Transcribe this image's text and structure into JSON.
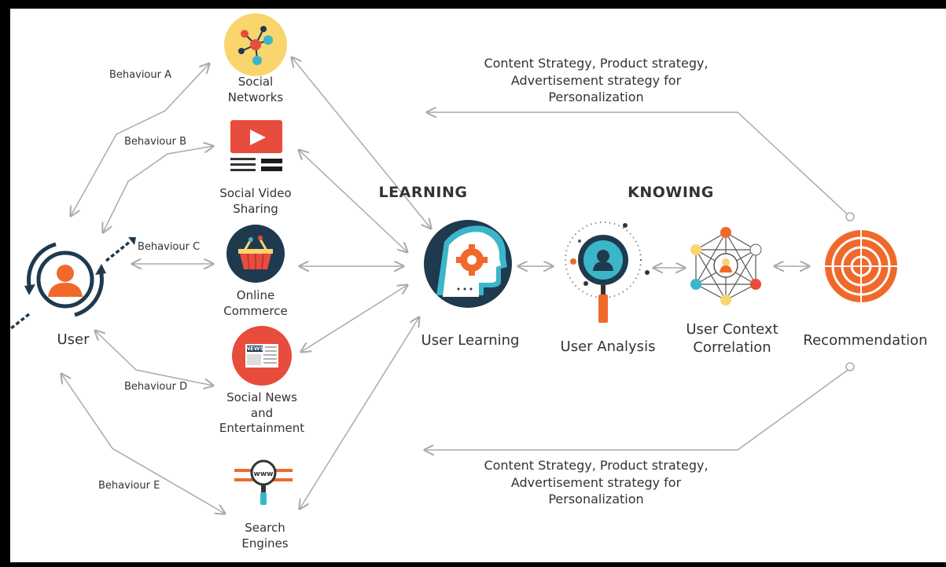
{
  "headings": {
    "learning": "LEARNING",
    "knowing": "KNOWING"
  },
  "user": {
    "label": "User"
  },
  "behaviours": [
    "Behaviour A",
    "Behaviour  B",
    "Behaviour  C",
    "Behaviour  D",
    "Behaviour  E"
  ],
  "channels": [
    {
      "line1": "Social",
      "line2": "Networks",
      "line3": "",
      "icon": "social-network-icon"
    },
    {
      "line1": "Social Video",
      "line2": "Sharing",
      "line3": "",
      "icon": "video-play-icon"
    },
    {
      "line1": "Online",
      "line2": "Commerce",
      "line3": "",
      "icon": "shopping-basket-icon"
    },
    {
      "line1": "Social News",
      "line2": "and",
      "line3": "Entertainment",
      "icon": "news-icon"
    },
    {
      "line1": "Search",
      "line2": "Engines",
      "line3": "",
      "icon": "search-www-icon"
    }
  ],
  "pipeline": {
    "user_learning": "User Learning",
    "user_analysis": "User Analysis",
    "user_context_1": "User Context",
    "user_context_2": "Correlation",
    "recommendation": "Recommendation"
  },
  "strategy_top": {
    "line1": "Content Strategy, Product strategy,",
    "line2": "Advertisement strategy for",
    "line3": "Personalization"
  },
  "strategy_bottom": {
    "line1": "Content Strategy, Product strategy,",
    "line2": "Advertisement strategy for",
    "line3": "Personalization"
  },
  "icons": {
    "brain_gear": "brain-gear-icon",
    "magnifier_user": "magnifier-user-icon",
    "network_user": "network-user-icon",
    "target": "target-icon",
    "user_cycle": "user-cycle-icon",
    "www": "www"
  },
  "colors": {
    "orange": "#f0692b",
    "red": "#e74c3c",
    "navy": "#1f3a4f",
    "yellow": "#f9d56e",
    "teal": "#3bb6c9",
    "arrow": "#aaaaaa"
  }
}
